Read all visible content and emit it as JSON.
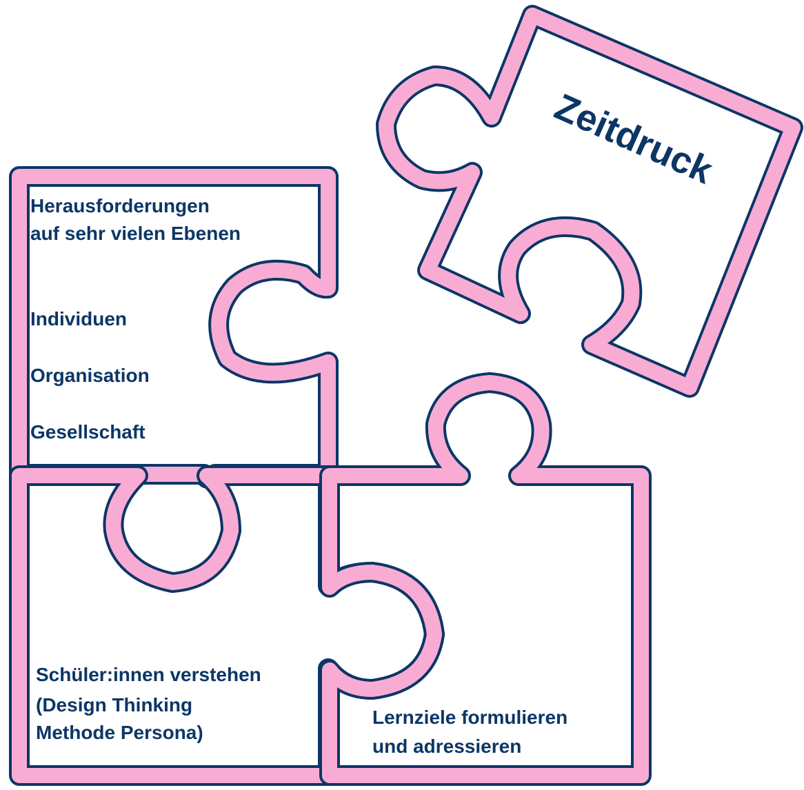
{
  "colors": {
    "outline": "#0c3666",
    "piece_fill": "#f8acd4",
    "text": "#0c3666",
    "background": "#ffffff"
  },
  "pieces": {
    "top_left": {
      "heading_line1": "Herausforderungen",
      "heading_line2": "auf sehr vielen Ebenen",
      "item1": "Individuen",
      "item2": "Organisation",
      "item3": "Gesellschaft"
    },
    "bottom_left": {
      "line1": "Schüler:innen verstehen",
      "line2": "(Design Thinking",
      "line3": "Methode Persona)"
    },
    "bottom_right": {
      "line1": "Lernziele formulieren",
      "line2": "und adressieren"
    },
    "floating": {
      "label": "Zeitdruck"
    }
  }
}
